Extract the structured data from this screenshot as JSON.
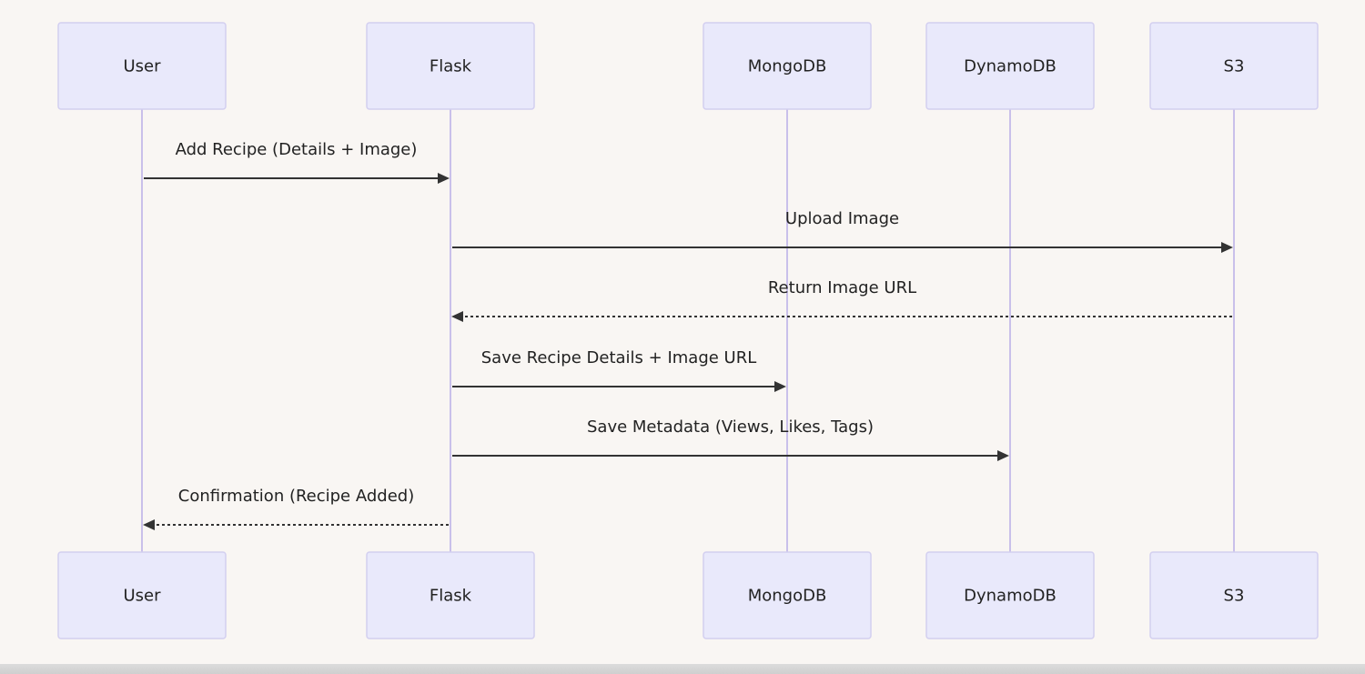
{
  "actors": [
    {
      "id": "user",
      "label": "User"
    },
    {
      "id": "flask",
      "label": "Flask"
    },
    {
      "id": "mongodb",
      "label": "MongoDB"
    },
    {
      "id": "dynamodb",
      "label": "DynamoDB"
    },
    {
      "id": "s3",
      "label": "S3"
    }
  ],
  "messages": [
    {
      "from": "user",
      "to": "flask",
      "label": "Add Recipe (Details + Image)",
      "style": "solid"
    },
    {
      "from": "flask",
      "to": "s3",
      "label": "Upload Image",
      "style": "solid"
    },
    {
      "from": "s3",
      "to": "flask",
      "label": "Return Image URL",
      "style": "dashed"
    },
    {
      "from": "flask",
      "to": "mongodb",
      "label": "Save Recipe Details + Image URL",
      "style": "solid"
    },
    {
      "from": "flask",
      "to": "dynamodb",
      "label": "Save Metadata (Views, Likes, Tags)",
      "style": "solid"
    },
    {
      "from": "flask",
      "to": "user",
      "label": "Confirmation (Recipe Added)",
      "style": "dashed"
    }
  ]
}
